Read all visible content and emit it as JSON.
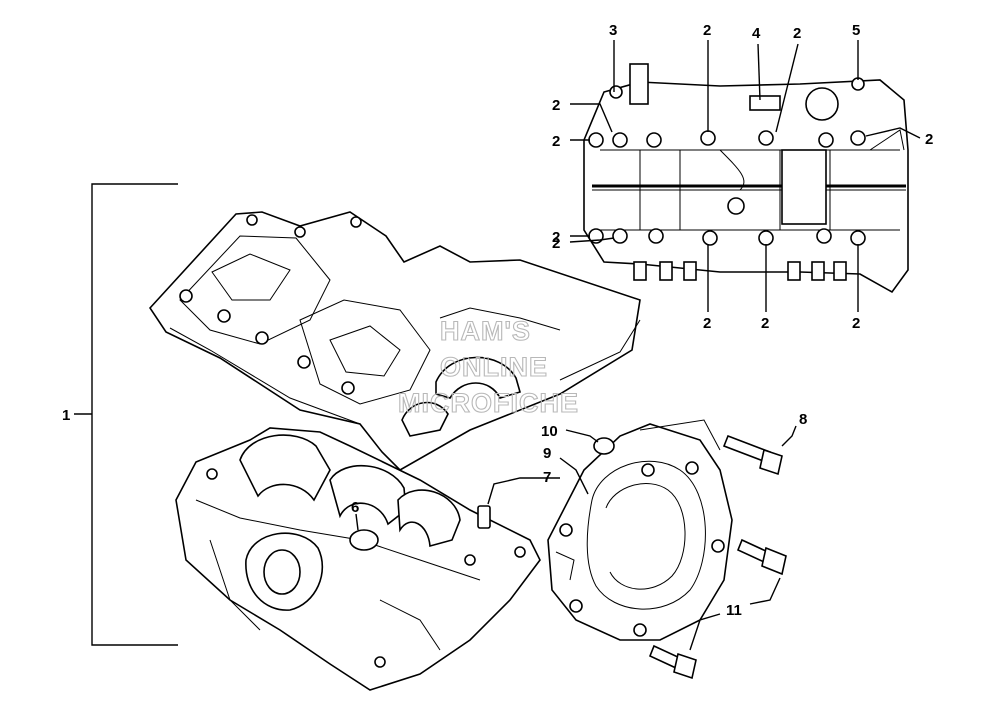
{
  "diagram": {
    "callouts": {
      "c1": "1",
      "c2": "2",
      "c3": "3",
      "c4": "4",
      "c5": "5",
      "c6": "6",
      "c7": "7",
      "c8": "8",
      "c9": "9",
      "c10": "10",
      "c11": "11"
    },
    "watermark": {
      "line1": "HAM'S",
      "line2": "ONLINE",
      "line3": "MICROFICHE"
    },
    "colors": {
      "line": "#000000",
      "background": "#ffffff",
      "watermark": "#b8b8b8"
    }
  }
}
